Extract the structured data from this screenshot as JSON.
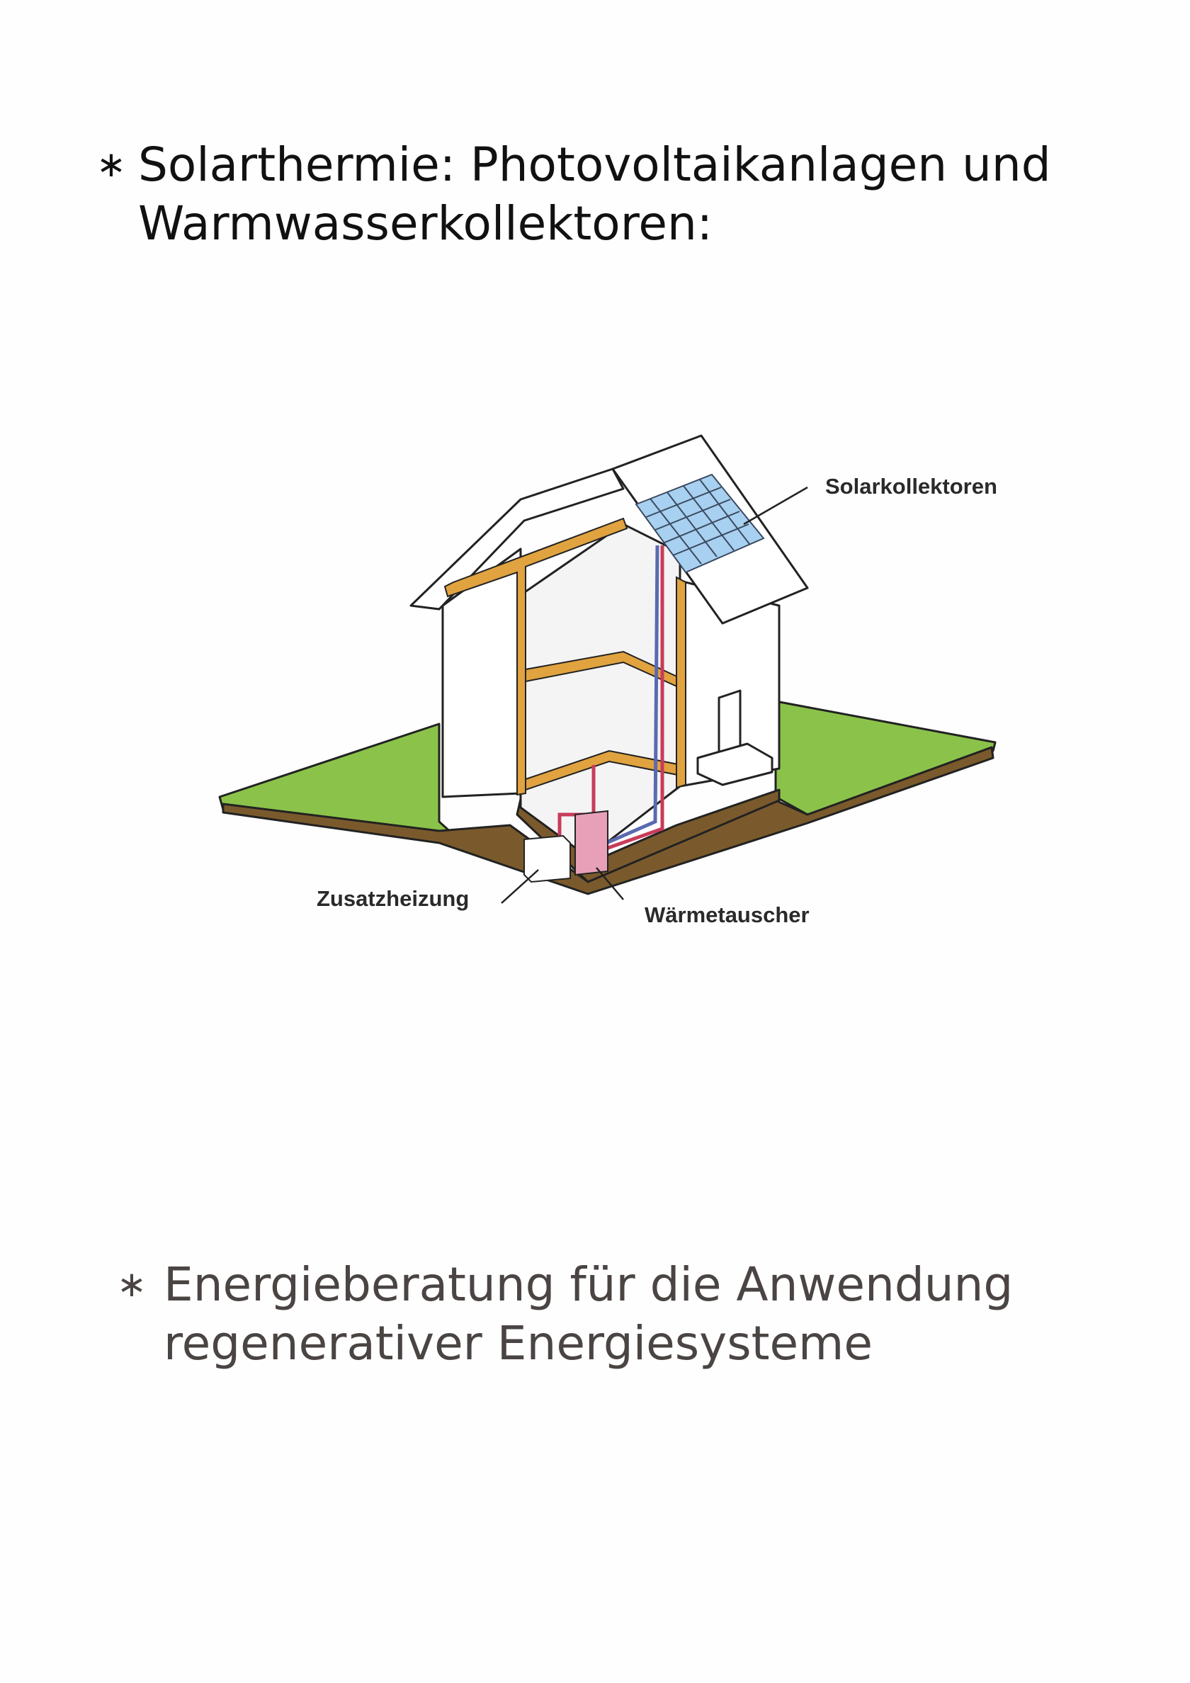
{
  "heading_1": {
    "bullet": "∗",
    "line1": "Solarthermie: Photovoltaikanlagen und",
    "line2": "Warmwasserkollektoren:"
  },
  "diagram": {
    "labels": {
      "solar_collectors": "Solarkollektoren",
      "auxiliary_heating": "Zusatzheizung",
      "heat_exchanger": "Wärmetauscher"
    },
    "colors": {
      "lawn": "#8bc34a",
      "soil": "#7a5a2c",
      "frame": "#e0a340",
      "panel": "#a8d0f0",
      "pipe_hot": "#c83c5a",
      "pipe_cold": "#5a6ab0"
    }
  },
  "heading_2": {
    "bullet": "∗",
    "line1": "Energieberatung für die Anwendung",
    "line2": "regenerativer Energiesysteme"
  }
}
